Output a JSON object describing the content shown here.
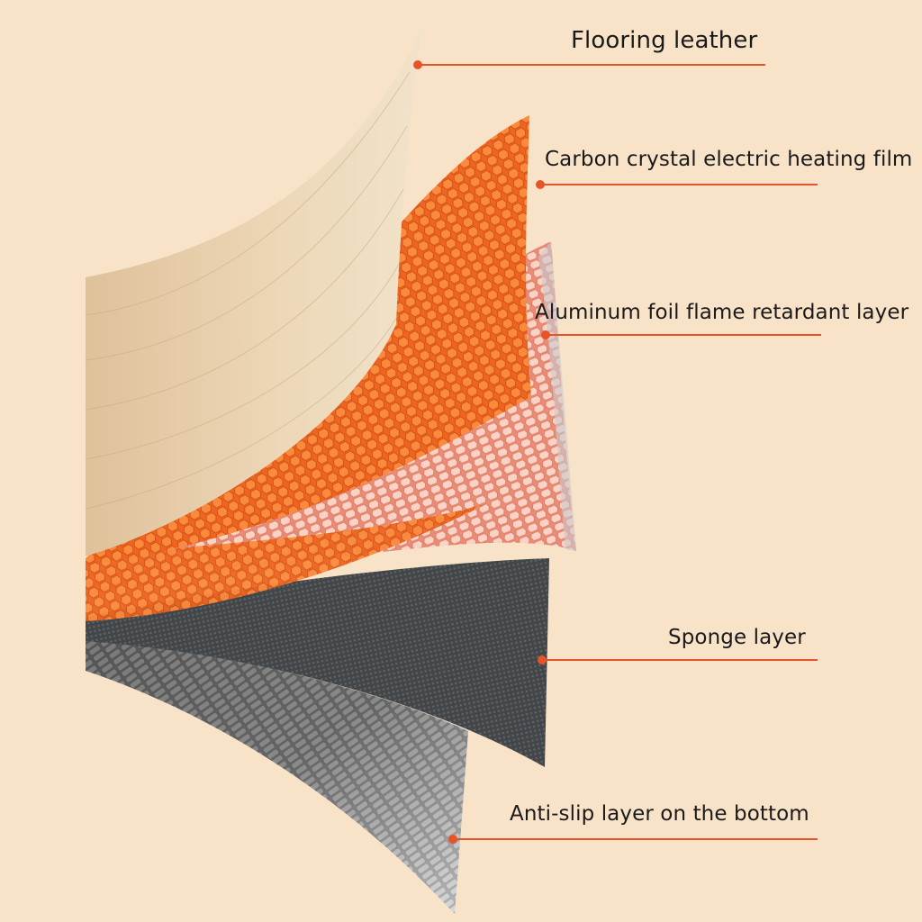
{
  "colors": {
    "background": "#f8e3c9",
    "leader_line": "#e8542a",
    "text": "#1a1a1a"
  },
  "layers": [
    {
      "id": "flooring",
      "label": "Flooring leather"
    },
    {
      "id": "heating",
      "label": "Carbon crystal electric heating film"
    },
    {
      "id": "foil",
      "label": "Aluminum foil flame retardant layer"
    },
    {
      "id": "sponge",
      "label": "Sponge layer"
    },
    {
      "id": "antislip",
      "label": "Anti-slip layer on the bottom"
    }
  ]
}
